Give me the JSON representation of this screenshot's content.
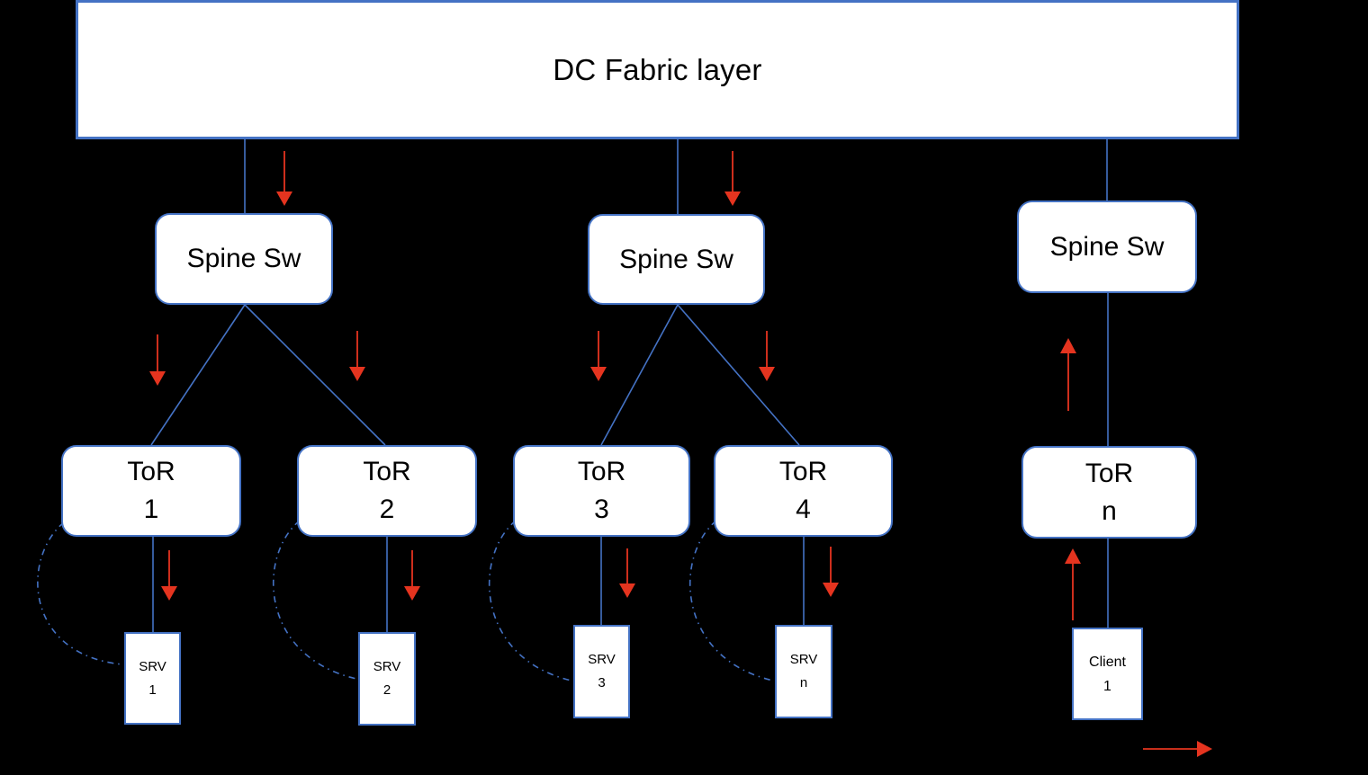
{
  "diagram": {
    "fabric": {
      "label": "DC Fabric layer"
    },
    "spines": [
      {
        "id": "spine-1",
        "label": "Spine Sw"
      },
      {
        "id": "spine-2",
        "label": "Spine Sw"
      },
      {
        "id": "spine-n",
        "label": "Spine Sw"
      }
    ],
    "tors": [
      {
        "id": "tor-1",
        "label": "ToR",
        "number": "1"
      },
      {
        "id": "tor-2",
        "label": "ToR",
        "number": "2"
      },
      {
        "id": "tor-3",
        "label": "ToR",
        "number": "3"
      },
      {
        "id": "tor-4",
        "label": "ToR",
        "number": "4"
      },
      {
        "id": "tor-n",
        "label": "ToR",
        "number": "n"
      }
    ],
    "endpoints": [
      {
        "id": "srv-1",
        "label": "SRV",
        "number": "1"
      },
      {
        "id": "srv-2",
        "label": "SRV",
        "number": "2"
      },
      {
        "id": "srv-3",
        "label": "SRV",
        "number": "3"
      },
      {
        "id": "srv-n",
        "label": "SRV",
        "number": "n"
      },
      {
        "id": "client-1",
        "label": "Client",
        "number": "1"
      }
    ],
    "colors": {
      "background": "#000000",
      "box_fill": "#ffffff",
      "box_border": "#4472c4",
      "connector": "#4472c4",
      "arrow": "#e5341f",
      "text": "#000000"
    }
  }
}
